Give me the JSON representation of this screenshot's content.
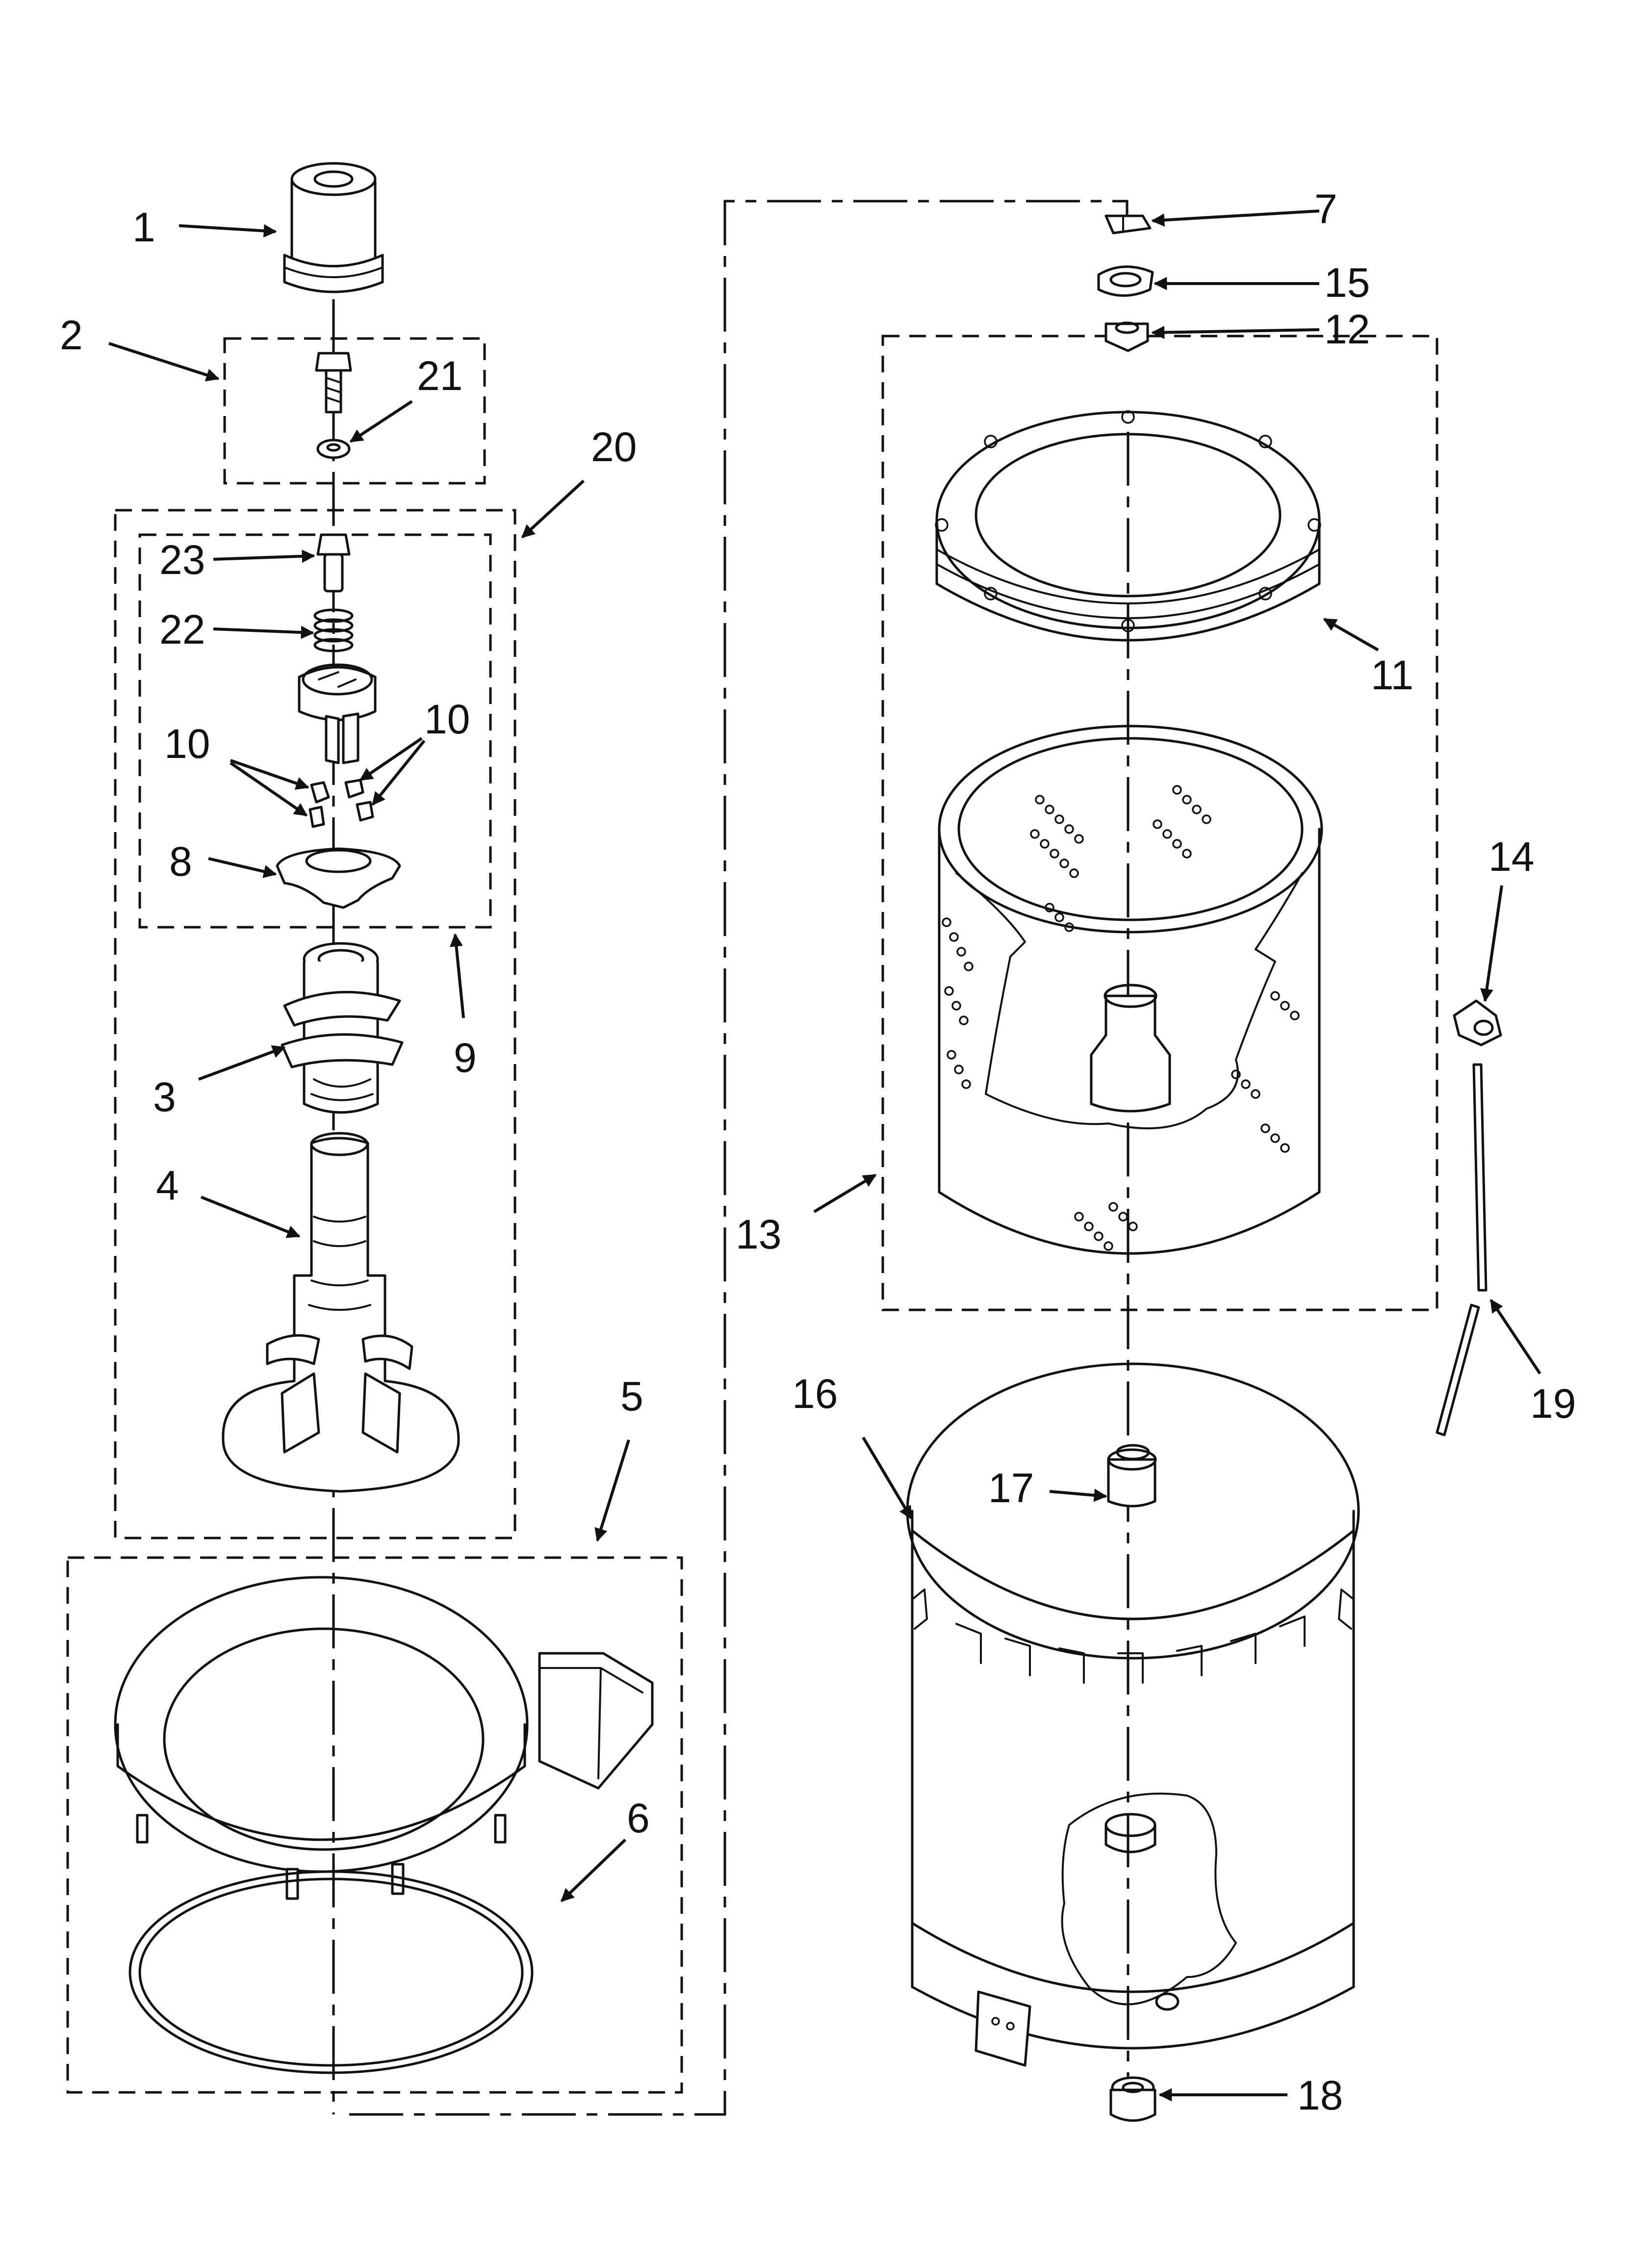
{
  "callouts": {
    "c1": "1",
    "c2": "2",
    "c3": "3",
    "c4": "4",
    "c5": "5",
    "c6": "6",
    "c7": "7",
    "c8": "8",
    "c9": "9",
    "c10a": "10",
    "c10b": "10",
    "c11": "11",
    "c12": "12",
    "c13": "13",
    "c14": "14",
    "c15": "15",
    "c16": "16",
    "c17": "17",
    "c18": "18",
    "c19": "19",
    "c20": "20",
    "c21": "21",
    "c22": "22",
    "c23": "23"
  }
}
